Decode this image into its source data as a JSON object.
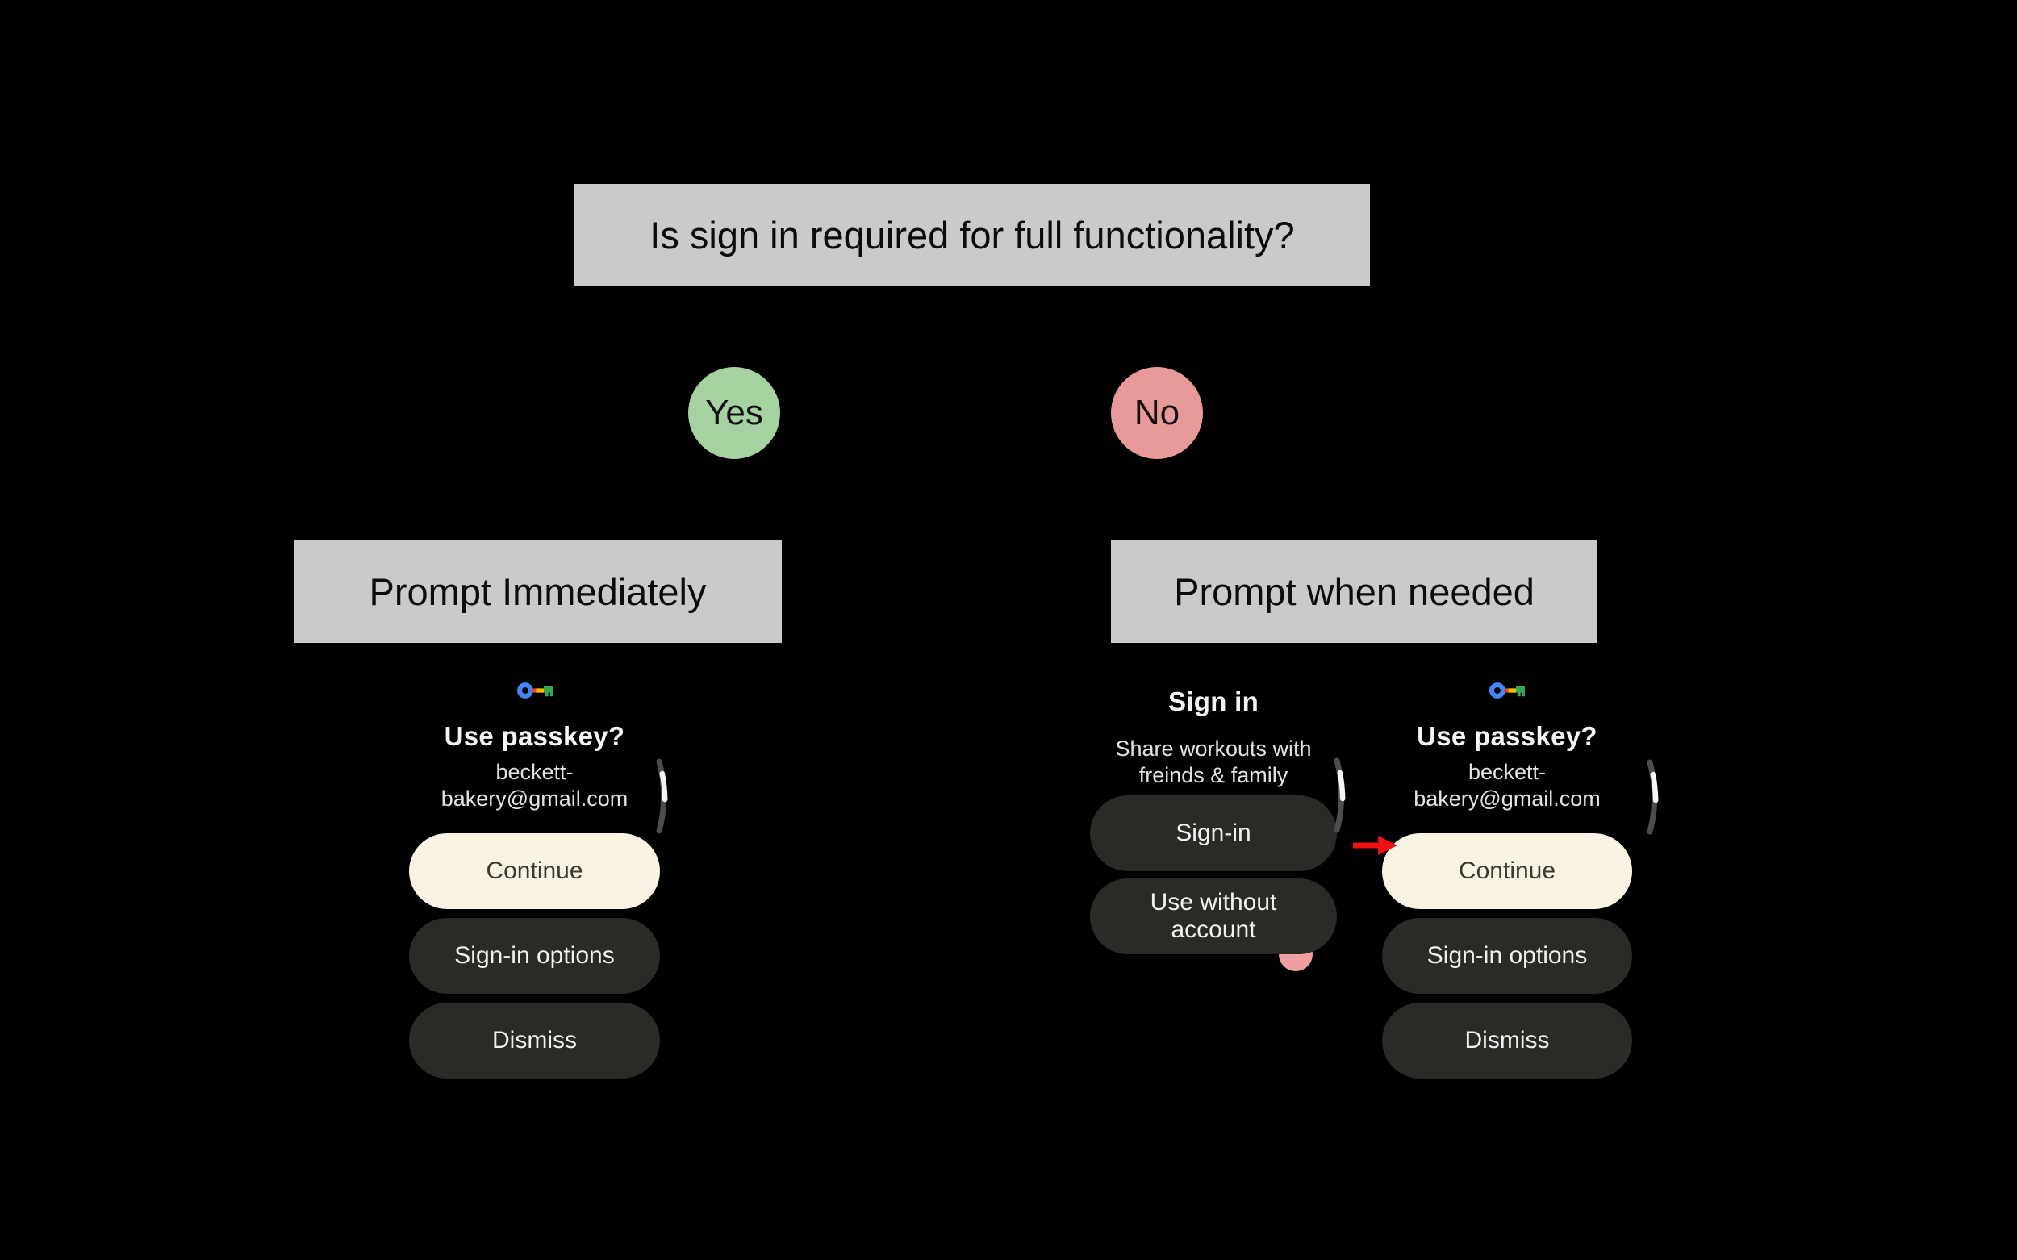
{
  "diagram": {
    "question": "Is sign in required for full functionality?",
    "branches": {
      "yes": "Yes",
      "no": "No"
    },
    "outcomes": {
      "immediate": "Prompt Immediately",
      "when_needed": "Prompt when needed"
    }
  },
  "passkey_dialog": {
    "icon": "google-passkey-key-icon",
    "title": "Use passkey?",
    "account_email": "beckett-bakery@gmail.com",
    "continue_label": "Continue",
    "signin_options_label": "Sign-in options",
    "dismiss_label": "Dismiss"
  },
  "signin_dialog": {
    "title": "Sign in",
    "description": "Share workouts with freinds & family",
    "signin_label": "Sign-in",
    "use_without_account_label": "Use without account"
  },
  "colors": {
    "background": "#000000",
    "node_gray": "#CACACA",
    "yes_green": "#A6D2A2",
    "no_pink": "#E79A99",
    "tap_pink": "#F0A0A2",
    "cream_button": "#F8F3E3",
    "dark_button": "#2B2A27",
    "arrow_red": "#EE1111",
    "key_blue": "#4285F4",
    "key_red": "#EA4335",
    "key_yellow": "#FBBC04",
    "key_green": "#34A853"
  }
}
